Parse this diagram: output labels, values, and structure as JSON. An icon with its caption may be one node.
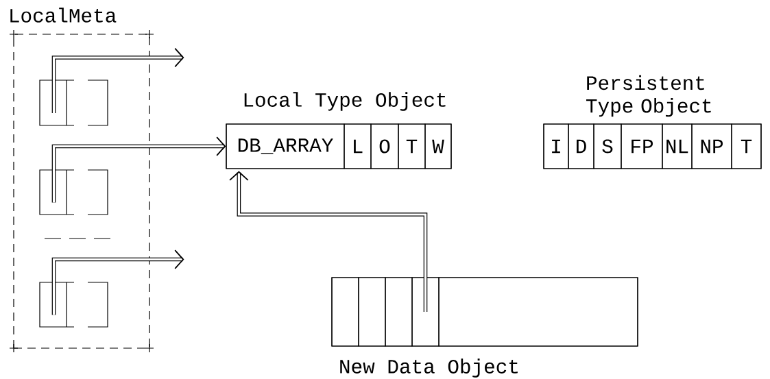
{
  "diagram": {
    "nodes": [
      {
        "text": [
          "LocalMeta"
        ]
      },
      {
        "text": [],
        "shape": "box",
        "in": 0
      },
      {
        "text": [],
        "shape": "box",
        "in": 0
      },
      {
        "text": [],
        "shape": "box",
        "in": 0
      },
      {
        "text": [
          "Local Type Object"
        ]
      },
      {
        "text": [
          "DB_ARRAY"
        ],
        "in": 4
      },
      {
        "text": [
          "L"
        ],
        "in": 4
      },
      {
        "text": [
          "O"
        ],
        "in": 4
      },
      {
        "text": [
          "T"
        ],
        "in": 4
      },
      {
        "text": [
          "W"
        ],
        "in": 4
      },
      {
        "text": [
          "Persistent Type Object"
        ]
      },
      {
        "text": [
          "I"
        ],
        "in": 10
      },
      {
        "text": [
          "D"
        ],
        "in": 10
      },
      {
        "text": [
          "S"
        ],
        "in": 10
      },
      {
        "text": [
          "FP"
        ],
        "in": 10
      },
      {
        "text": [
          "NL"
        ],
        "in": 10
      },
      {
        "text": [
          "NP"
        ],
        "in": 10
      },
      {
        "text": [
          "T"
        ],
        "in": 10
      },
      {
        "text": [
          "New Data Object"
        ]
      },
      {
        "text": [],
        "shape": "box",
        "in": 18
      },
      {
        "text": [],
        "shape": "box",
        "in": 18
      },
      {
        "text": [],
        "shape": "box",
        "in": 18
      },
      {
        "text": [],
        "shape": "box",
        "in": 18
      },
      {
        "text": [],
        "shape": "box",
        "in": 18
      }
    ],
    "edges": [
      {
        "from": 1,
        "to": null,
        "arrow": "to"
      },
      {
        "from": 2,
        "to": 5,
        "arrow": "to"
      },
      {
        "from": 3,
        "to": null,
        "arrow": "to"
      },
      {
        "from": 22,
        "to": 5,
        "arrow": "to"
      }
    ]
  }
}
